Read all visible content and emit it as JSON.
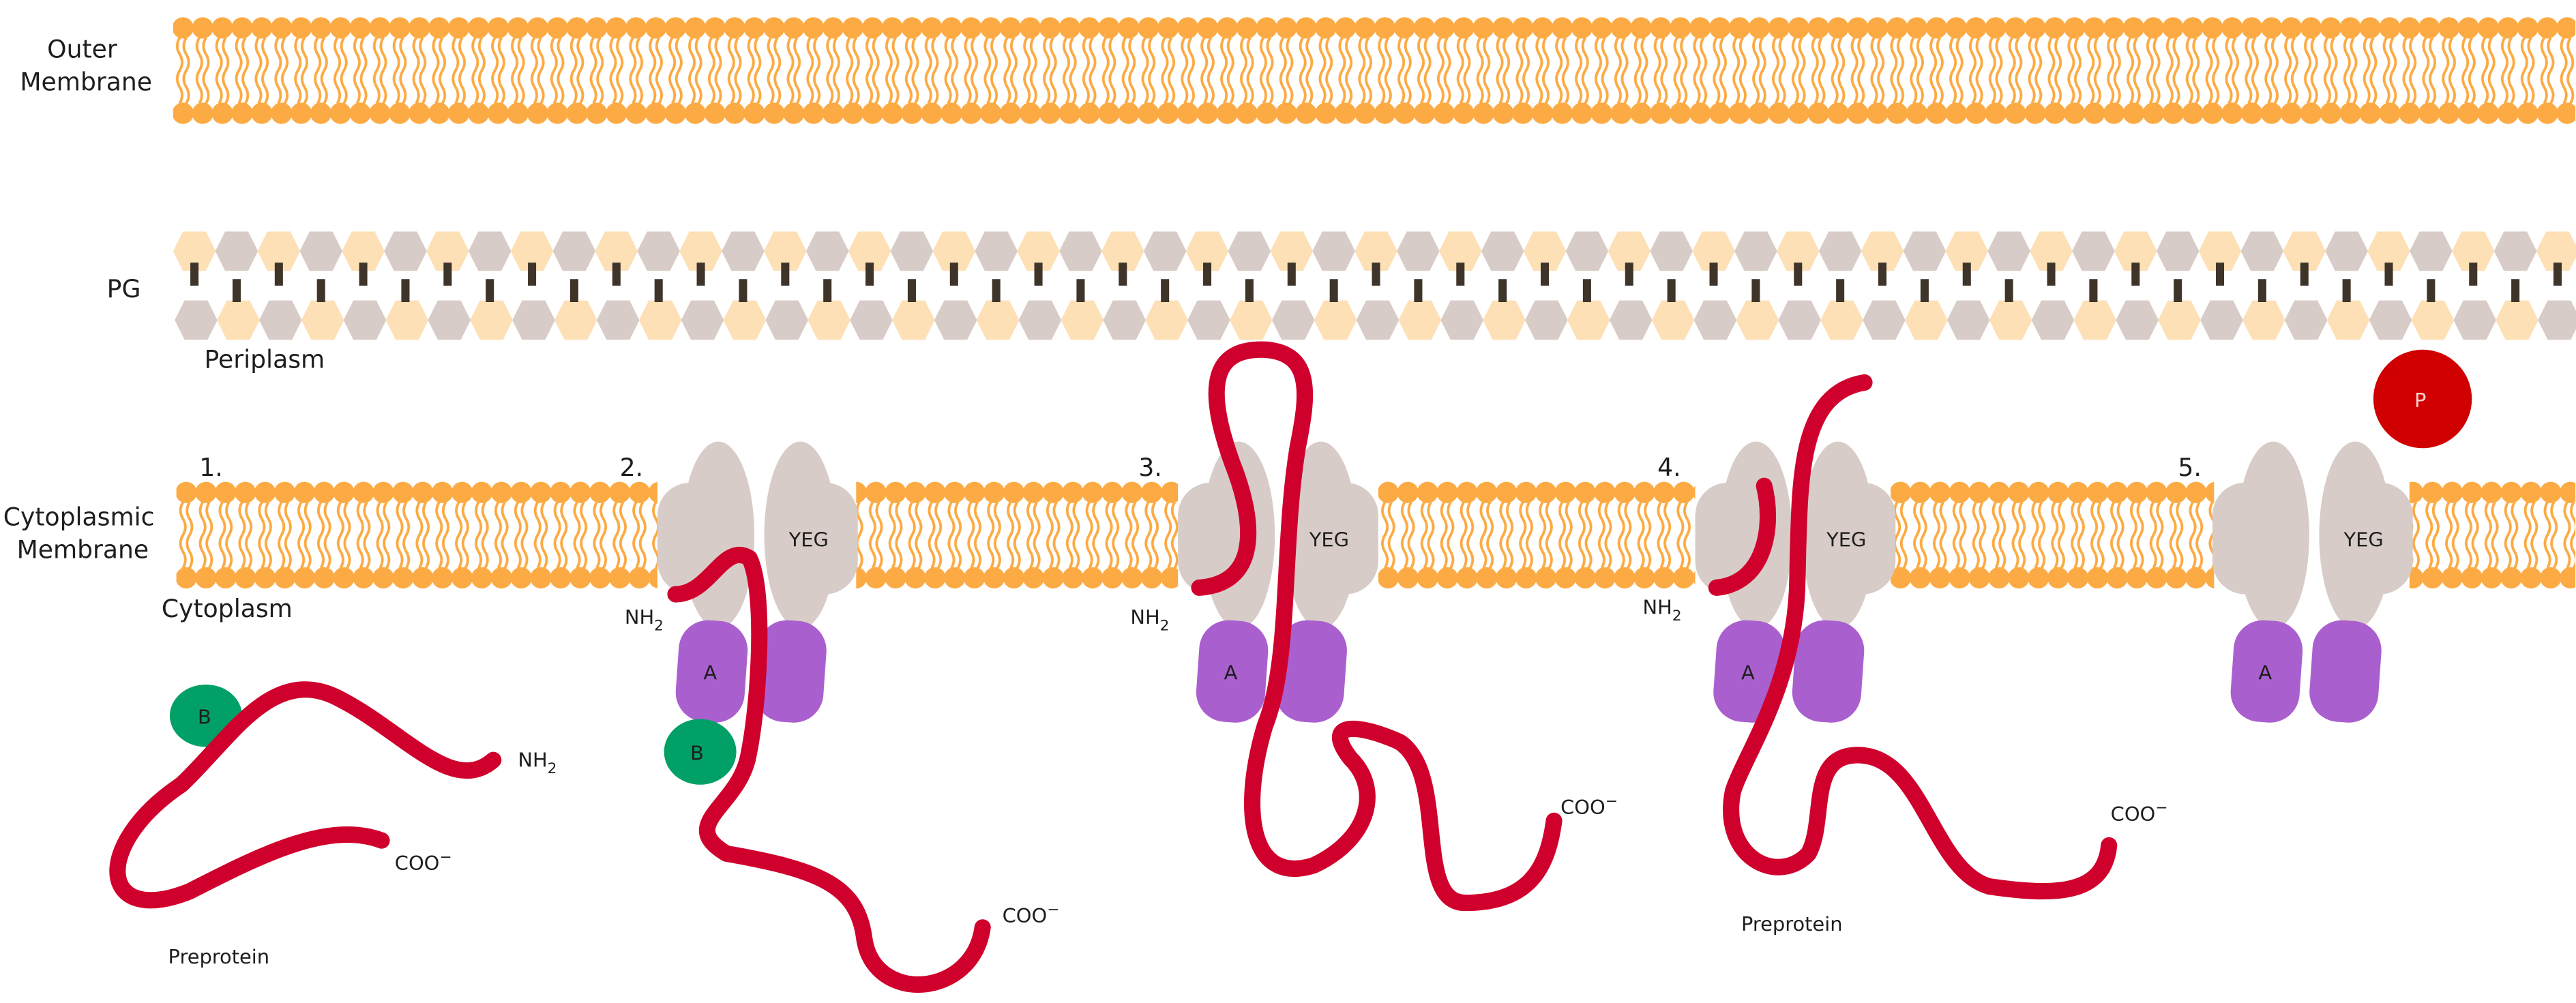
{
  "labels": {
    "outer_membrane": [
      "Outer",
      "Membrane"
    ],
    "pg": "PG",
    "periplasm": "Periplasm",
    "cytoplasmic_membrane": [
      "Cytoplasmic",
      "Membrane"
    ],
    "cytoplasm": "Cytoplasm",
    "preprotein": "Preprotein"
  },
  "steps": [
    "1.",
    "2.",
    "3.",
    "4.",
    "5."
  ],
  "proteins": {
    "yeg": "YEG",
    "a": "A",
    "b": "B",
    "p": "P"
  },
  "termini": {
    "nh": "NH",
    "nh_sub": "2",
    "coo": "COO",
    "coo_sup": "−"
  },
  "colors": {
    "lipid": "#fcaa43",
    "pg_light": "#fde0b5",
    "pg_gray": "#d8ccc8",
    "crosslink": "#3f3429",
    "secyeg": "#d8ccc8",
    "seca": "#aa5fcf",
    "secb": "#00a066",
    "preprotein": "#d0002d",
    "phosphate": "#d00000"
  }
}
